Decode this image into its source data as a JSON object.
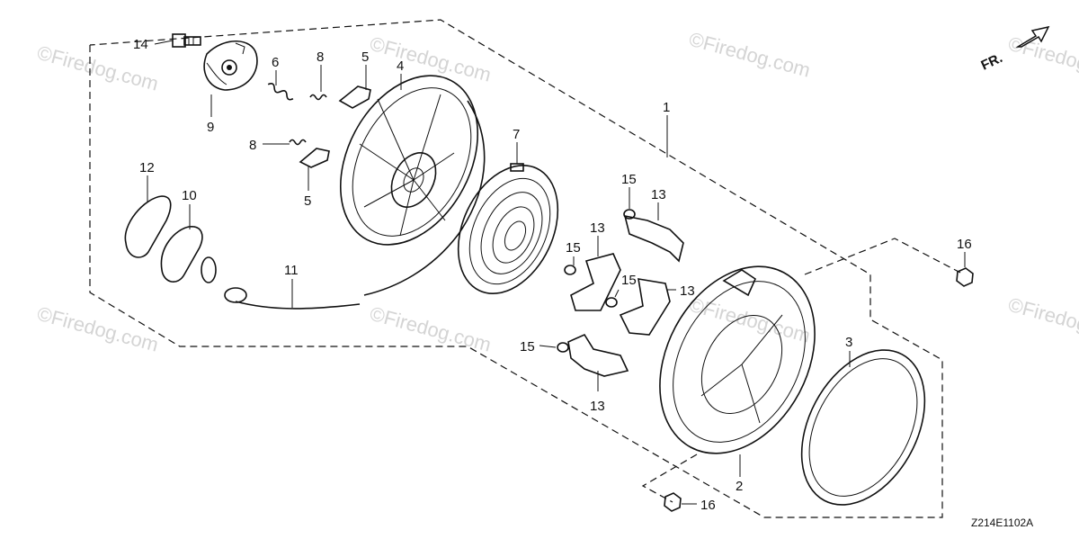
{
  "diagram": {
    "callouts": [
      {
        "id": "c1",
        "label": "1"
      },
      {
        "id": "c2",
        "label": "2"
      },
      {
        "id": "c3",
        "label": "3"
      },
      {
        "id": "c4",
        "label": "4"
      },
      {
        "id": "c5a",
        "label": "5"
      },
      {
        "id": "c5b",
        "label": "5"
      },
      {
        "id": "c6",
        "label": "6"
      },
      {
        "id": "c7",
        "label": "7"
      },
      {
        "id": "c8a",
        "label": "8"
      },
      {
        "id": "c8b",
        "label": "8"
      },
      {
        "id": "c9",
        "label": "9"
      },
      {
        "id": "c10",
        "label": "10"
      },
      {
        "id": "c11",
        "label": "11"
      },
      {
        "id": "c12",
        "label": "12"
      },
      {
        "id": "c13a",
        "label": "13"
      },
      {
        "id": "c13b",
        "label": "13"
      },
      {
        "id": "c13c",
        "label": "13"
      },
      {
        "id": "c13d",
        "label": "13"
      },
      {
        "id": "c14",
        "label": "14"
      },
      {
        "id": "c15a",
        "label": "15"
      },
      {
        "id": "c15b",
        "label": "15"
      },
      {
        "id": "c15c",
        "label": "15"
      },
      {
        "id": "c15d",
        "label": "15"
      },
      {
        "id": "c16a",
        "label": "16"
      },
      {
        "id": "c16b",
        "label": "16"
      }
    ],
    "direction_label": "FR.",
    "diagram_code": "Z214E1102A",
    "watermarks": [
      "©Firedog.com",
      "©Firedog.com",
      "©Firedog.com",
      "©Firedog.com",
      "©Firedog.com",
      "©Firedog.com",
      "©Firedog.com",
      "©Firedog.com"
    ]
  }
}
